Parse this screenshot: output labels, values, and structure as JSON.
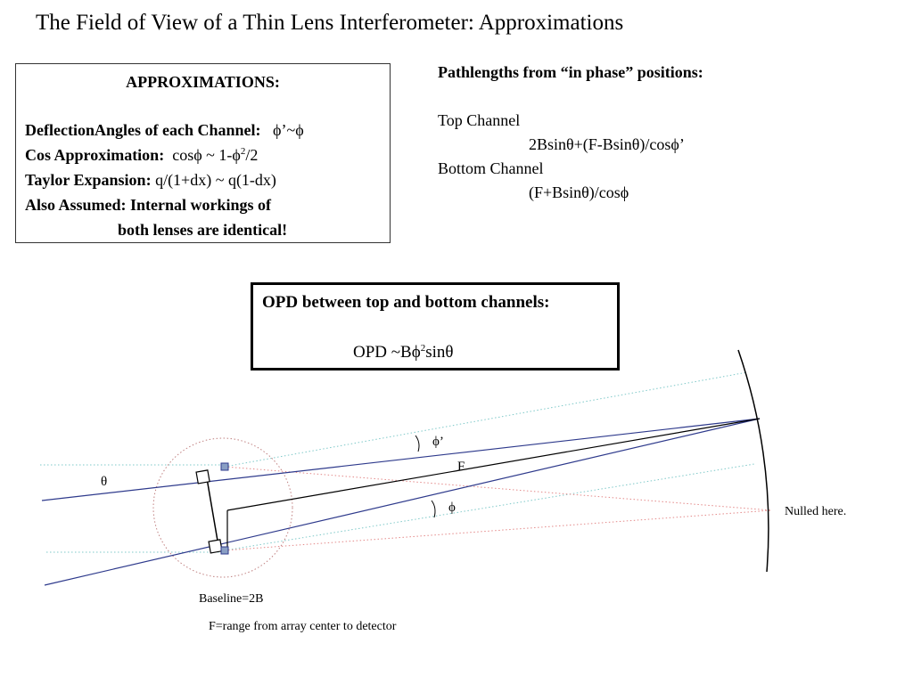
{
  "title": "The Field of View of a Thin Lens Interferometer:  Approximations",
  "approximations": {
    "heading": "APPROXIMATIONS:",
    "deflection_label": "DeflectionAngles of each Channel:",
    "deflection_value": "ϕ’~ϕ",
    "cos_label": "Cos Approximation:",
    "cos_value_a": "cosϕ ~ 1-ϕ",
    "cos_value_sup": "2",
    "cos_value_b": "/2",
    "taylor_label": "Taylor Expansion:",
    "taylor_value": "q/(1+dx) ~ q(1-dx)",
    "assumed_line1": "Also Assumed: Internal workings of",
    "assumed_line2": "both  lenses are identical!"
  },
  "pathlengths": {
    "heading": "Pathlengths from “in phase” positions:",
    "top_label": "Top Channel",
    "top_formula": "2Bsinθ+(F-Bsinθ)/cosϕ’",
    "bottom_label": "Bottom Channel",
    "bottom_formula": "(F+Bsinθ)/cosϕ"
  },
  "opd": {
    "heading": "OPD between top and bottom channels:",
    "formula_a": "OPD ~Bϕ",
    "formula_sup": "2",
    "formula_b": "sinθ"
  },
  "diagram": {
    "theta_label": "θ",
    "phi_prime_label": "ϕ’",
    "f_label": "F",
    "phi_label": "ϕ",
    "nulled_label": "Nulled here.",
    "baseline_label": "Baseline=2B",
    "f_range_label": "F=range from array center to detector",
    "colors": {
      "ray": "#2e3a8c",
      "axis": "#000000",
      "dotted_cyan": "#7fc9c9",
      "dotted_red": "#e48a8a",
      "dotted_circle": "#c08080",
      "detector": "#000000"
    }
  }
}
